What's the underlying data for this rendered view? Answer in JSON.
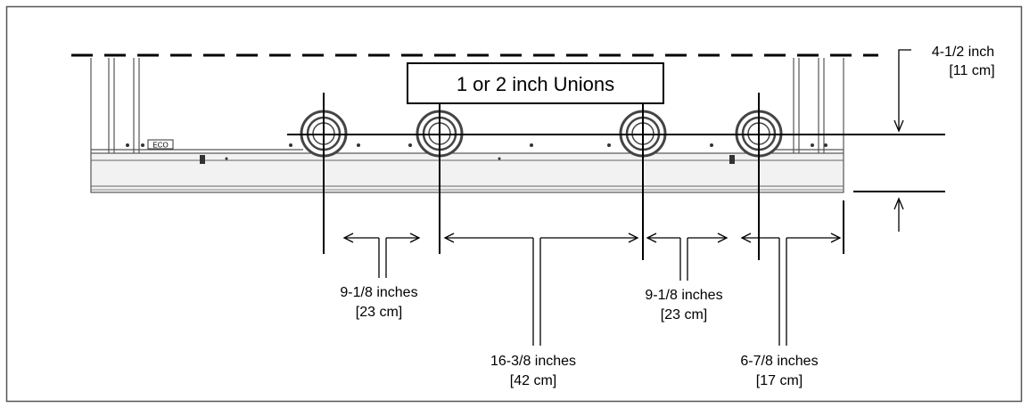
{
  "callout": {
    "label": "1 or 2 inch Unions"
  },
  "dimensions": {
    "height": {
      "imperial": "4-1/2 inch",
      "metric": "[11 cm]"
    },
    "left_gap": {
      "imperial": "9-1/8 inches",
      "metric": "[23 cm]"
    },
    "center_gap": {
      "imperial": "16-3/8 inches",
      "metric": "[42 cm]"
    },
    "right_gap": {
      "imperial": "9-1/8 inches",
      "metric": "[23 cm]"
    },
    "end_gap": {
      "imperial": "6-7/8 inches",
      "metric": "[17 cm]"
    }
  },
  "panel": {
    "badge": "ECO"
  },
  "colors": {
    "line": "#000000",
    "frame": "#555555",
    "pipe": "#444444",
    "base": "#f2f2f2"
  }
}
